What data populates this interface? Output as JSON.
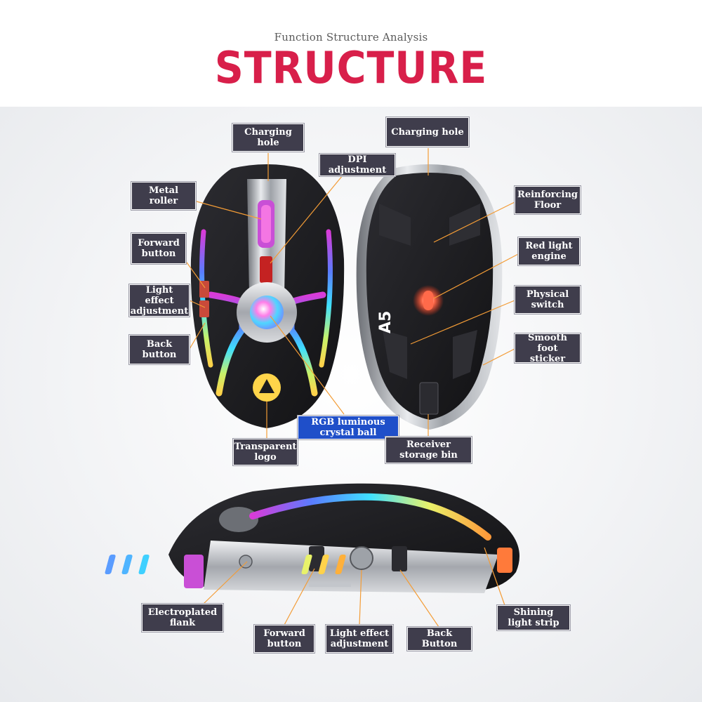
{
  "header": {
    "subtitle": "Function Structure Analysis",
    "title": "STRUCTURE"
  },
  "labels": {
    "top_view": {
      "charging_hole": "Charging hole",
      "dpi_adjustment": "DPI adjustment",
      "metal_roller": "Metal roller",
      "forward_button": "Forward\nbutton",
      "light_effect_adjustment": "Light effect\nadjustment",
      "back_button": "Back button",
      "rgb_crystal_ball": "RGB luminous\ncrystal ball",
      "transparent_logo": "Transparent\nlogo"
    },
    "bottom_view": {
      "charging_hole": "Charging hole",
      "reinforcing_floor": "Reinforcing\nFloor",
      "red_light_engine": "Red light\nengine",
      "physical_switch": "Physical\nswitch",
      "smooth_foot_sticker": "Smooth foot\nsticker",
      "receiver_storage_bin": "Receiver\nstorage bin",
      "model_mark": "A5"
    },
    "side_view": {
      "electroplated_flank": "Electroplated\nflank",
      "forward_button": "Forward\nbutton",
      "light_effect_adjustment": "Light effect\nadjustment",
      "back_button": "Back Button",
      "shining_light_strip": "Shining\nlight strip"
    }
  },
  "colors": {
    "title_red": "#d81f4a",
    "label_bg": "#3f3d4c",
    "highlight_label_bg": "#1f4fc9",
    "mouse_body": "#1b1b1e",
    "metal": "#b9bcc2"
  }
}
